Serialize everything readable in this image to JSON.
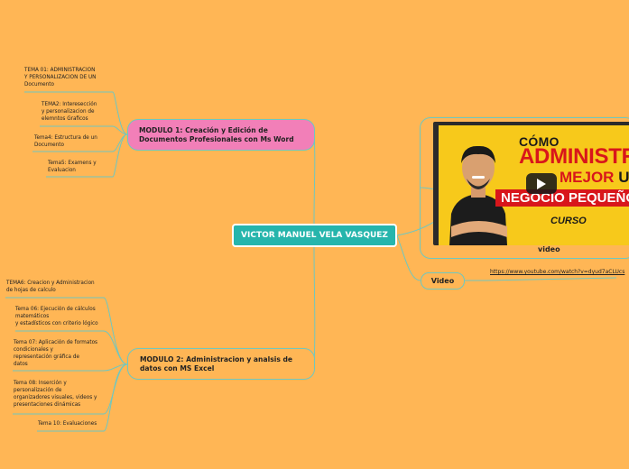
{
  "central": "VICTOR MANUEL VELA VASQUEZ",
  "module1": {
    "title": "MODULO 1: Creación y Edición de Documentos Profesionales con Ms Word",
    "topics": [
      [
        "TEMA 01:  ADMINISTRACION",
        "Y PERSONALIZACION DE UN",
        "Documento"
      ],
      [
        "TEMA2: Interesección",
        "y personalizacion de",
        "elemntos  Graficos"
      ],
      [
        "Tema4: Estructura de un",
        "Documento"
      ],
      [
        "Tema5: Examens y",
        "Evaluacion"
      ]
    ]
  },
  "module2": {
    "title": "MODULO 2: Administracion y analsis de datos con MS Excel",
    "topics": [
      [
        "TEMA6: Creacion y Administracion",
        "de hojas de calculo"
      ],
      [
        "Tema 06: Ejecución de cálculos",
        "  matemáticos",
        "y estadísticos con criterio lógico"
      ],
      [
        "Tema 07: Aplicación de formatos",
        "condicionales y",
        "representación gráfica de",
        "datos"
      ],
      [
        "Tema 08: Inserción y",
        "personalización de",
        "organizadores visuales, videos y",
        "presentaciones dinámicas"
      ],
      [
        "Tema 10: Evaluaciones"
      ]
    ]
  },
  "video": {
    "label": "video",
    "thumbnail": {
      "line1": "CÓMO",
      "line2": "ADMINISTRAR",
      "line3a": "MEJOR",
      "line3b": "UN",
      "line4": "NEGOCIO PEQUEÑO",
      "line5": "CURSO"
    },
    "play_icon": "play-icon"
  },
  "video_link": {
    "label": "Video",
    "url": "https://www.youtube.com/watch?v=dyud7aCLUcs"
  },
  "colors": {
    "background": "#ffb655",
    "central_fill": "#26b5ac",
    "module1_fill": "#f27fb8",
    "connector": "#6fc7c0",
    "thumbnail_yellow": "#f7c91b",
    "thumbnail_red": "#d8161b"
  }
}
